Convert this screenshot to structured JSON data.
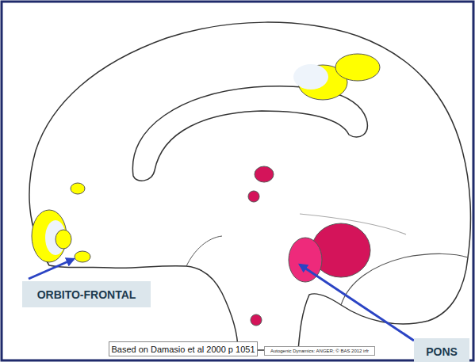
{
  "diagram": {
    "nodes": [
      {
        "text": [
          "ORBITO-FRONTAL"
        ]
      },
      {
        "text": [
          "PONS"
        ]
      },
      {
        "text": [
          "Based on Damasio et al 2000 p 1051"
        ]
      },
      {
        "text": [
          "Autogenic Dynamics: ANGER;  © BAS 2012 irfr"
        ]
      }
    ]
  }
}
